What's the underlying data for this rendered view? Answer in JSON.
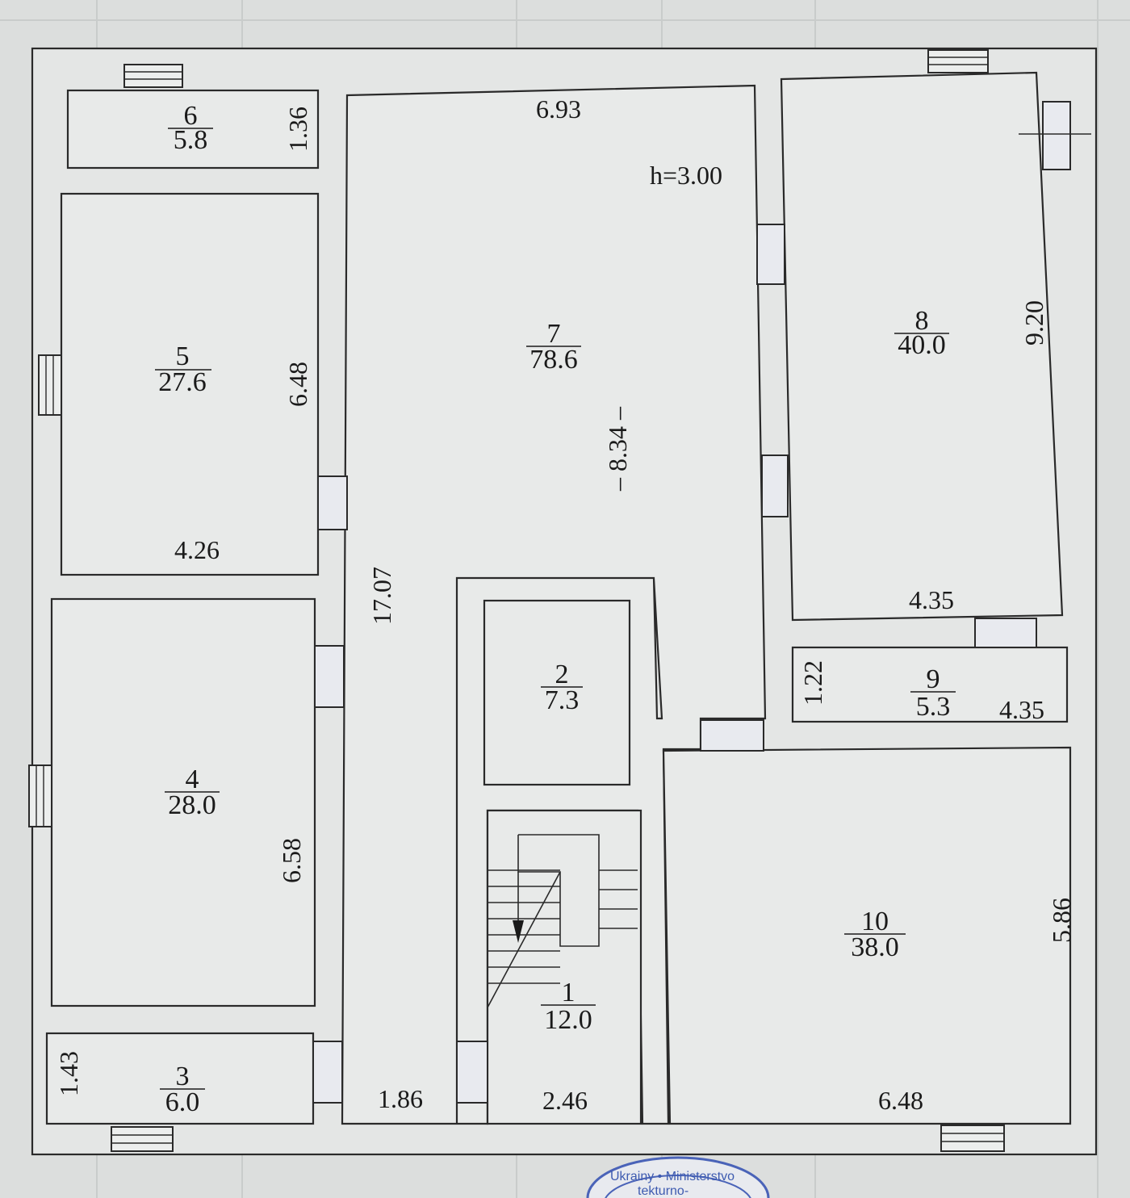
{
  "plan": {
    "height_note": "h=3.00",
    "rooms": [
      {
        "num": "1",
        "area": "12.0"
      },
      {
        "num": "2",
        "area": "7.3"
      },
      {
        "num": "3",
        "area": "6.0"
      },
      {
        "num": "4",
        "area": "28.0"
      },
      {
        "num": "5",
        "area": "27.6"
      },
      {
        "num": "6",
        "area": "5.8"
      },
      {
        "num": "7",
        "area": "78.6"
      },
      {
        "num": "8",
        "area": "40.0"
      },
      {
        "num": "9",
        "area": "5.3"
      },
      {
        "num": "10",
        "area": "38.0"
      }
    ],
    "dimensions": {
      "r6_height": "1.36",
      "r7_width": "6.93",
      "r5_height": "6.48",
      "r5_width": "4.26",
      "r7_length": "– 8.34 –",
      "r8_length": "9.20",
      "r8_width": "4.35",
      "r9_height": "1.22",
      "r9_width": "4.35",
      "corridor_length": "17.07",
      "r4_height": "6.58",
      "r3_height": "1.43",
      "corridor_width": "1.86",
      "r1_width": "2.46",
      "r10_width": "6.48",
      "r10_height": "5.86"
    },
    "stamp_text": "Ukrainy • Ministerstvo",
    "stamp_text2": "tekturno-"
  },
  "colors": {
    "paper": "#e8eae9",
    "line": "#2a2a2a",
    "stamp": "#4a63b8"
  }
}
